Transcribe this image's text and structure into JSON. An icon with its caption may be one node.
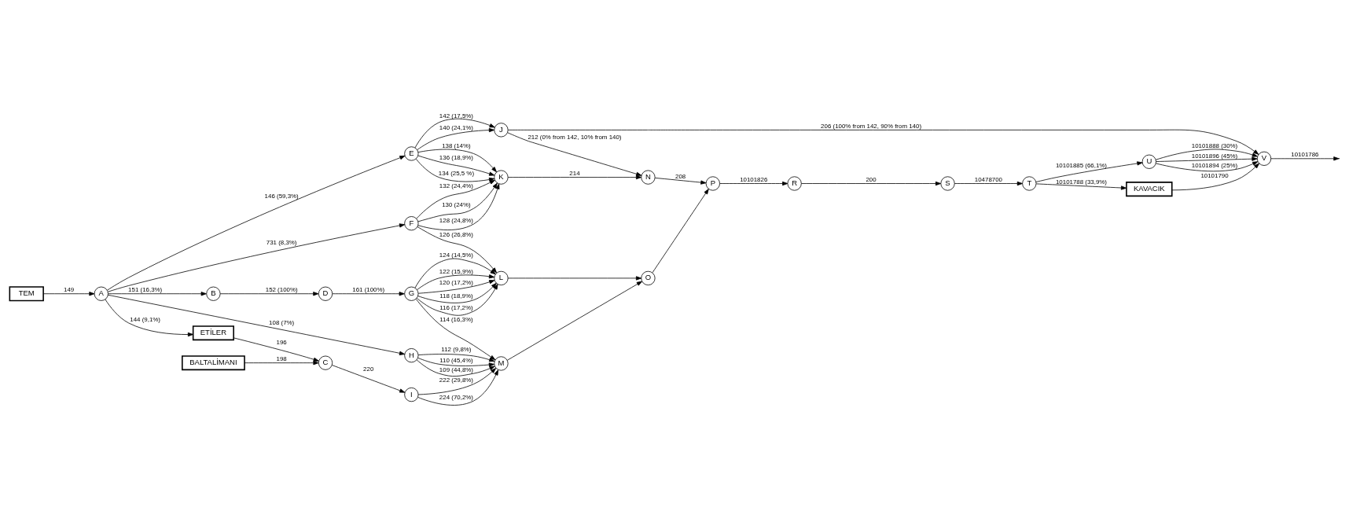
{
  "diagram": {
    "nodes": [
      {
        "text": [
          "TEM"
        ]
      },
      {
        "text": [
          "A"
        ]
      },
      {
        "text": [
          "B"
        ]
      },
      {
        "text": [
          "C"
        ]
      },
      {
        "text": [
          "D"
        ]
      },
      {
        "text": [
          "E"
        ]
      },
      {
        "text": [
          "F"
        ]
      },
      {
        "text": [
          "G"
        ]
      },
      {
        "text": [
          "H"
        ]
      },
      {
        "text": [
          "I"
        ]
      },
      {
        "text": [
          "J"
        ]
      },
      {
        "text": [
          "K"
        ]
      },
      {
        "text": [
          "L"
        ]
      },
      {
        "text": [
          "M"
        ]
      },
      {
        "text": [
          "N"
        ]
      },
      {
        "text": [
          "O"
        ]
      },
      {
        "text": [
          "P"
        ]
      },
      {
        "text": [
          "R"
        ]
      },
      {
        "text": [
          "S"
        ]
      },
      {
        "text": [
          "T"
        ]
      },
      {
        "text": [
          "U"
        ]
      },
      {
        "text": [
          "V"
        ]
      },
      {
        "text": [
          "ETİLER"
        ]
      },
      {
        "text": [
          "BALTALİMANI"
        ]
      },
      {
        "text": [
          "KAVACIK"
        ]
      }
    ],
    "edges": [
      {
        "from": 0,
        "to": 1,
        "arrow": "to",
        "label": "149"
      },
      {
        "from": 1,
        "to": 5,
        "arrow": "to",
        "label": "146 (59,3%)"
      },
      {
        "from": 1,
        "to": 6,
        "arrow": "to",
        "label": "731 (8,3%)"
      },
      {
        "from": 1,
        "to": 2,
        "arrow": "to",
        "label": "151 (16,3%)"
      },
      {
        "from": 1,
        "to": 8,
        "arrow": "to",
        "label": "108 (7%)"
      },
      {
        "from": 1,
        "to": 22,
        "arrow": "to",
        "label": "144 (9,1%)"
      },
      {
        "from": 2,
        "to": 4,
        "arrow": "to",
        "label": "152 (100%)"
      },
      {
        "from": 4,
        "to": 7,
        "arrow": "to",
        "label": "161 (100%)"
      },
      {
        "from": 22,
        "to": 3,
        "arrow": "to",
        "label": "196"
      },
      {
        "from": 23,
        "to": 3,
        "arrow": "to",
        "label": "198"
      },
      {
        "from": 3,
        "to": 9,
        "arrow": "to",
        "label": "220"
      },
      {
        "from": 5,
        "to": 10,
        "arrow": "to",
        "label": "142 (17,5%)"
      },
      {
        "from": 5,
        "to": 10,
        "arrow": "to",
        "label": "140 (24,1%)"
      },
      {
        "from": 5,
        "to": 11,
        "arrow": "to",
        "label": "138 (14%)"
      },
      {
        "from": 5,
        "to": 11,
        "arrow": "to",
        "label": "136 (18,9%)"
      },
      {
        "from": 5,
        "to": 11,
        "arrow": "to",
        "label": "134 (25,5 %)"
      },
      {
        "from": 6,
        "to": 11,
        "arrow": "to",
        "label": "132 (24,4%)"
      },
      {
        "from": 6,
        "to": 11,
        "arrow": "to",
        "label": "130 (24%)"
      },
      {
        "from": 6,
        "to": 11,
        "arrow": "to",
        "label": "128 (24,8%)"
      },
      {
        "from": 6,
        "to": 12,
        "arrow": "to",
        "label": "126 (26,8%)"
      },
      {
        "from": 7,
        "to": 12,
        "arrow": "to",
        "label": "124 (14,5%)"
      },
      {
        "from": 7,
        "to": 12,
        "arrow": "to",
        "label": "122 (15,9%)"
      },
      {
        "from": 7,
        "to": 12,
        "arrow": "to",
        "label": "120 (17,2%)"
      },
      {
        "from": 7,
        "to": 12,
        "arrow": "to",
        "label": "118 (18,9%)"
      },
      {
        "from": 7,
        "to": 12,
        "arrow": "to",
        "label": "116 (17,2%)"
      },
      {
        "from": 7,
        "to": 13,
        "arrow": "to",
        "label": "114 (16,3%)"
      },
      {
        "from": 8,
        "to": 13,
        "arrow": "to",
        "label": "112 (9,8%)"
      },
      {
        "from": 8,
        "to": 13,
        "arrow": "to",
        "label": "110 (45,4%)"
      },
      {
        "from": 8,
        "to": 13,
        "arrow": "to",
        "label": "109 (44,8%)"
      },
      {
        "from": 9,
        "to": 13,
        "arrow": "to",
        "label": "222 (29,8%)"
      },
      {
        "from": 9,
        "to": 13,
        "arrow": "to",
        "label": "224 (70,2%)"
      },
      {
        "from": 10,
        "to": 21,
        "arrow": "to",
        "label": "206 (100% from 142, 90% from 140)"
      },
      {
        "from": 10,
        "to": 14,
        "arrow": "to",
        "label": "212 (0% from 142, 10% from 140)"
      },
      {
        "from": 11,
        "to": 14,
        "arrow": "to",
        "label": "214"
      },
      {
        "from": 12,
        "to": 15,
        "arrow": "to"
      },
      {
        "from": 13,
        "to": 15,
        "arrow": "to"
      },
      {
        "from": 14,
        "to": 16,
        "arrow": "to",
        "label": "208"
      },
      {
        "from": 15,
        "to": 16,
        "arrow": "to"
      },
      {
        "from": 16,
        "to": 17,
        "arrow": "to",
        "label": "10101826"
      },
      {
        "from": 17,
        "to": 18,
        "arrow": "to",
        "label": "200"
      },
      {
        "from": 18,
        "to": 19,
        "arrow": "to",
        "label": "10478700"
      },
      {
        "from": 19,
        "to": 20,
        "arrow": "to",
        "label": "10101885 (66,1%)"
      },
      {
        "from": 19,
        "to": 24,
        "arrow": "to",
        "label": "10101788 (33,9%)"
      },
      {
        "from": 20,
        "to": 21,
        "arrow": "to",
        "label": "10101888 (30%)"
      },
      {
        "from": 20,
        "to": 21,
        "arrow": "to",
        "label": "10101896 (45%)"
      },
      {
        "from": 20,
        "to": 21,
        "arrow": "to",
        "label": "10101894 (25%)"
      },
      {
        "from": 24,
        "to": 21,
        "arrow": "to",
        "label": "10101790"
      },
      {
        "from": 21,
        "to": null,
        "arrow": "to",
        "label": "10101786"
      }
    ]
  }
}
